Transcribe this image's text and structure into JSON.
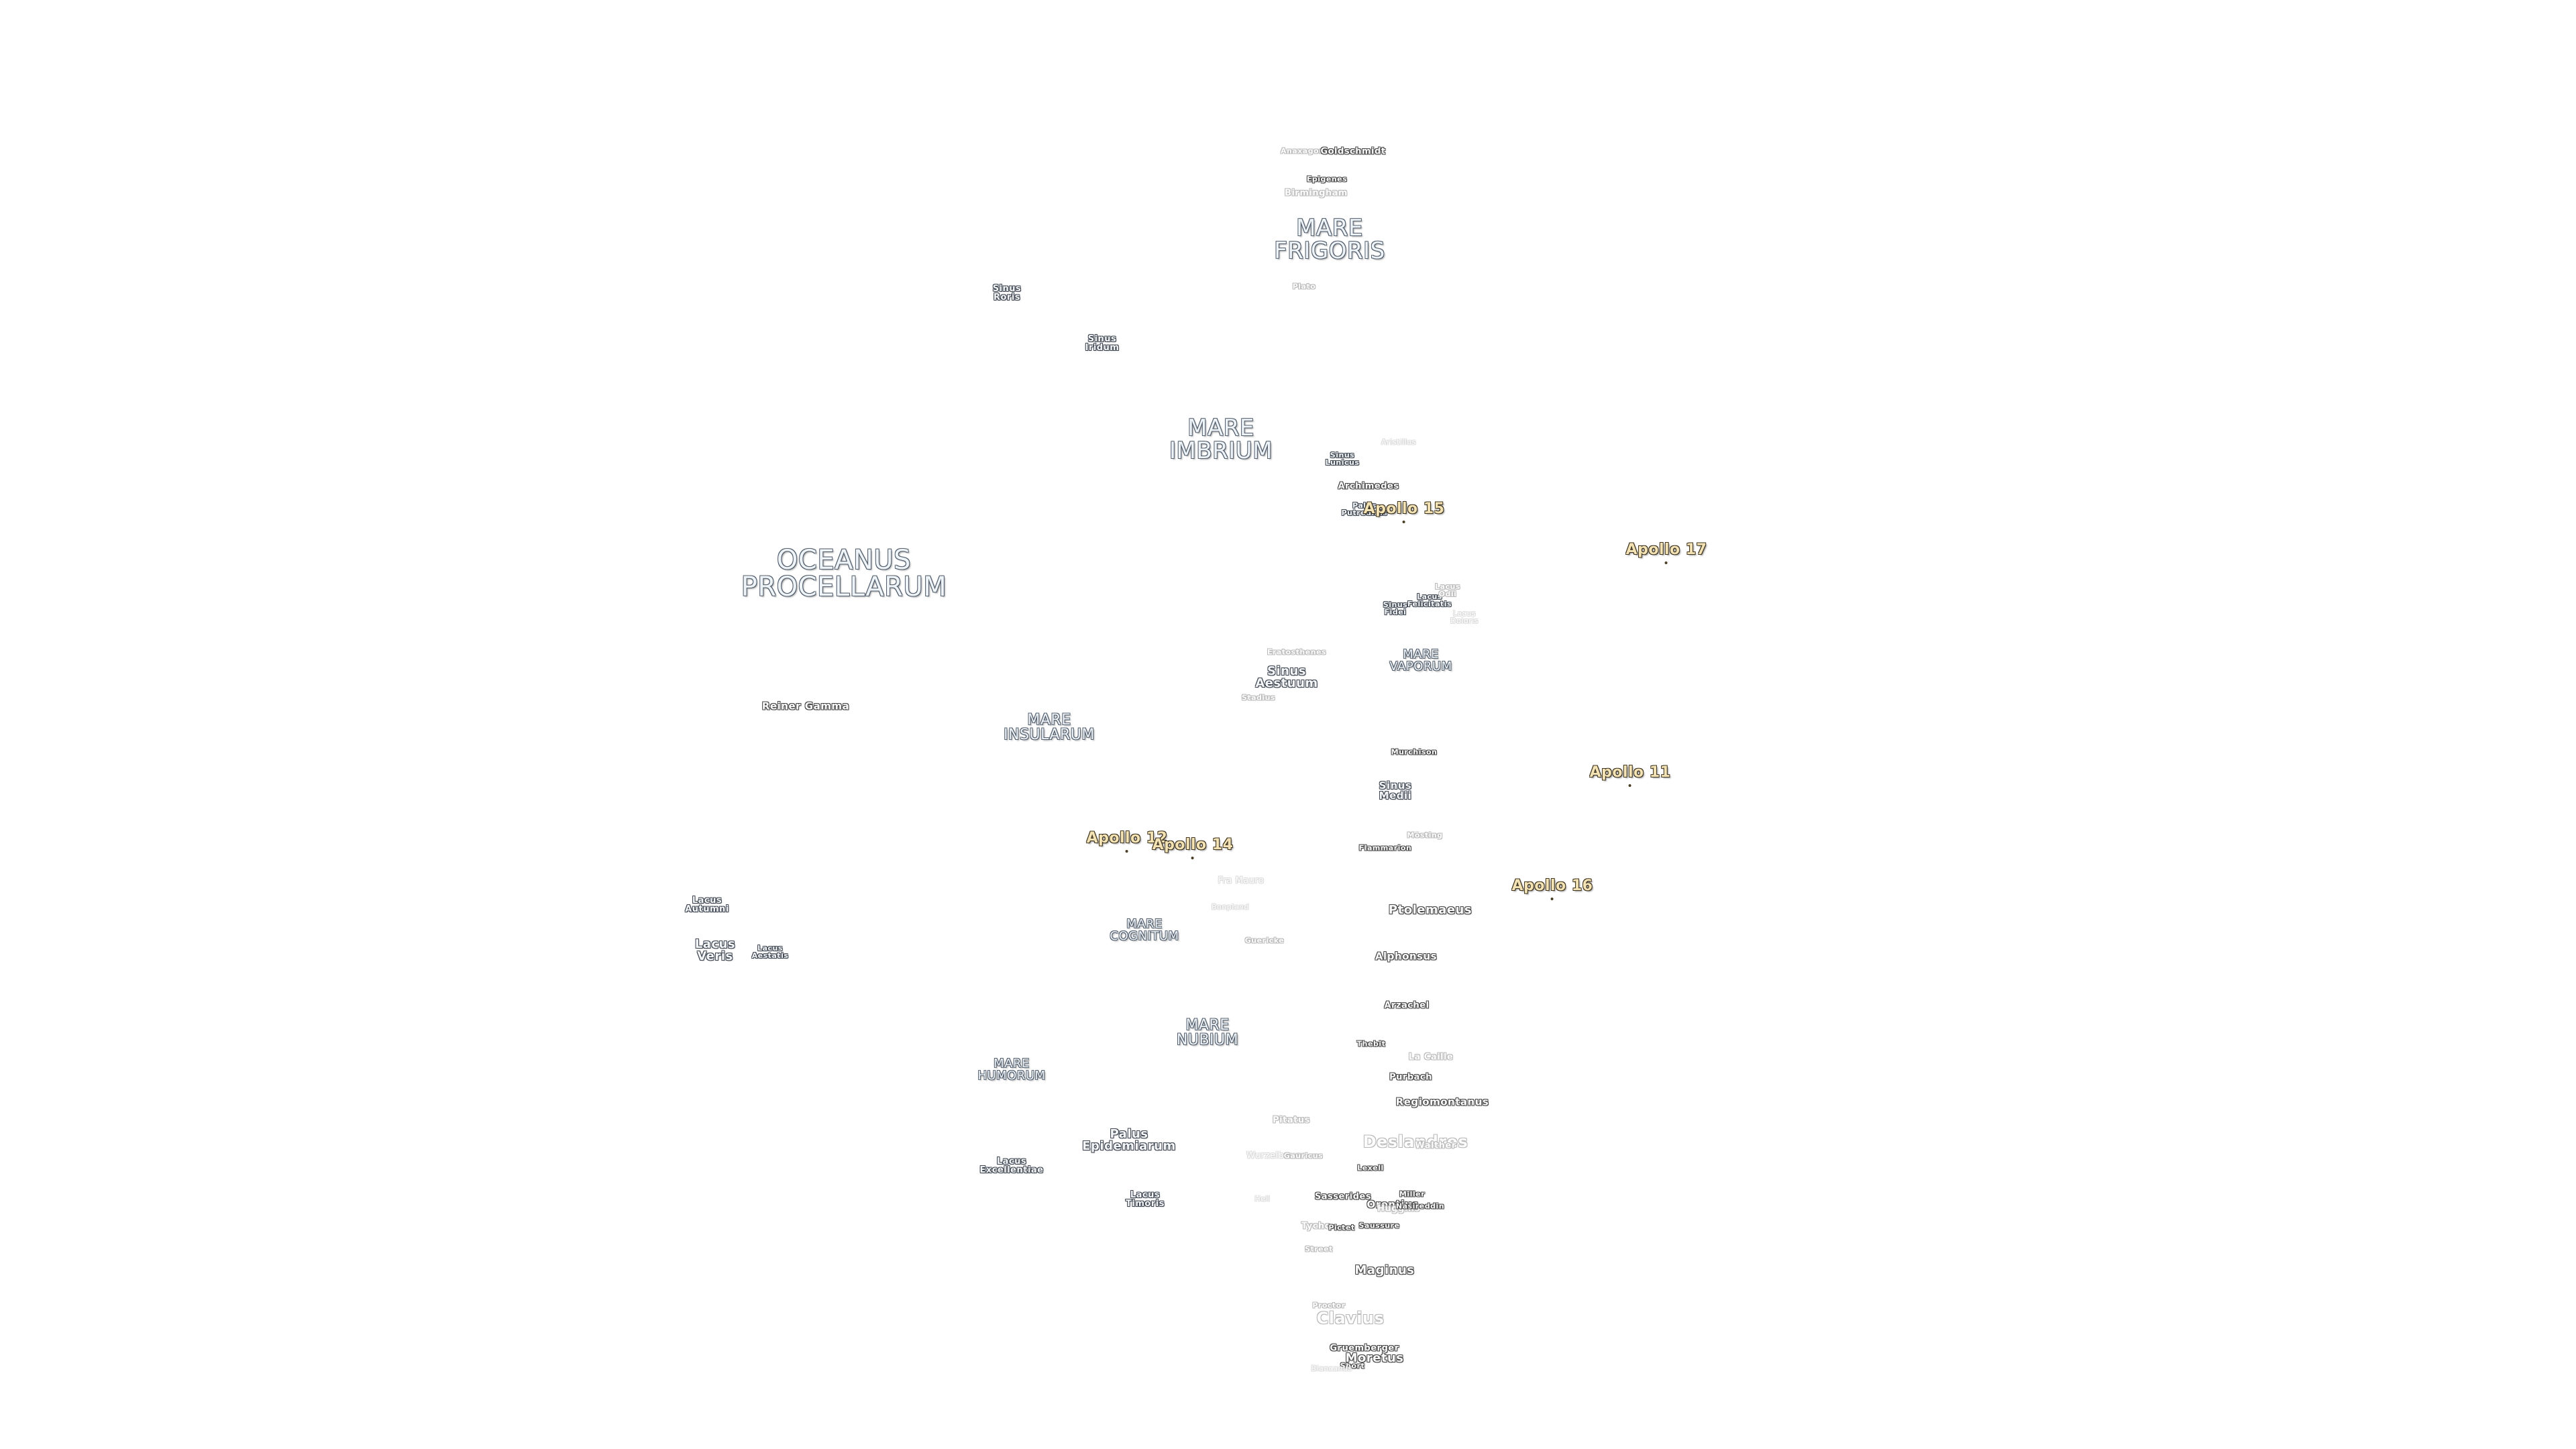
{
  "map": {
    "maria": {
      "mare_frigoris": "MARE\nFRIGORIS",
      "mare_imbrium": "MARE\nIMBRIUM",
      "oceanus_procellarum": "OCEANUS\nPROCELLARUM",
      "mare_insularum": "MARE\nINSULARUM",
      "mare_vaporum": "MARE\nVAPORUM",
      "mare_cognitum": "MARE\nCOGNITUM",
      "mare_nubium": "MARE\nNUBIUM",
      "mare_humorum": "MARE\nHUMORUM"
    },
    "bays_and_lakes": {
      "sinus_roris": "Sinus\nRoris",
      "sinus_iridum": "Sinus\nIridum",
      "sinus_lunicus": "Sinus\nLunicus",
      "palus_putredinis": "Palus\nPutredinis",
      "sinus_fidei": "Sinus\nFidei",
      "lacus_felicitatis": "Lacus\nFelicitatis",
      "lacus_odii": "Lacus\nOdii",
      "lacus_doloris": "Lacus\nDoloris",
      "sinus_aestuum": "Sinus\nAestuum",
      "sinus_medii": "Sinus\nMedii",
      "lacus_autumni": "Lacus\nAutumni",
      "lacus_veris": "Lacus\nVeris",
      "lacus_aestatis": "Lacus\nAestatis",
      "palus_epidemiarum": "Palus\nEpidemiarum",
      "lacus_excellentiae": "Lacus\nExcellentiae",
      "lacus_timoris": "Lacus\nTimoris"
    },
    "craters": {
      "anaxagoras": "Anaxagoras",
      "goldschmidt": "Goldschmidt",
      "epigenes": "Epigenes",
      "birmingham": "Birmingham",
      "plato": "Plato",
      "aristillus": "Aristillus",
      "archimedes": "Archimedes",
      "eratosthenes": "Eratosthenes",
      "stadius": "Stadius",
      "reiner_gamma": "Reiner Gamma",
      "murchison": "Murchison",
      "flammarion": "Flammarion",
      "mosting": "Mösting",
      "fra_mauro": "Fra Mauro",
      "bonpland": "Bonpland",
      "ptolemaeus": "Ptolemaeus",
      "guericke": "Guericke",
      "alphonsus": "Alphonsus",
      "arzachel": "Arzachel",
      "thebit": "Thebit",
      "la_caille": "La Caille",
      "purbach": "Purbach",
      "regiomontanus": "Regiomontanus",
      "pitatus": "Pitatus",
      "deslandres": "Deslandres",
      "walther": "Walther",
      "wurzelbauer": "Wurzelbauer",
      "gauricus": "Gauricus",
      "lexell": "Lexell",
      "sasserides": "Sasserides",
      "hell": "Hell",
      "miller": "Miller",
      "orontius": "Orontius",
      "huggins": "Huggins",
      "nasireddin": "Nasireddin",
      "tycho": "Tycho",
      "pictet": "Pictet",
      "saussure": "Saussure",
      "street": "Street",
      "maginus": "Maginus",
      "proctor": "Proctor",
      "clavius": "Clavius",
      "gruemberger": "Gruemberger",
      "moretus": "Moretus",
      "short": "Short",
      "blancanus": "Blancanus"
    },
    "apollo_sites": {
      "apollo_11": "Apollo 11",
      "apollo_12": "Apollo 12",
      "apollo_14": "Apollo 14",
      "apollo_15": "Apollo 15",
      "apollo_16": "Apollo 16",
      "apollo_17": "Apollo 17"
    },
    "colors": {
      "background": "#ffffff",
      "mare_fill": "#eef3f8",
      "mare_outline": "#55606e",
      "apollo_fill": "#f3e2b3",
      "apollo_outline": "#3e3420"
    }
  }
}
